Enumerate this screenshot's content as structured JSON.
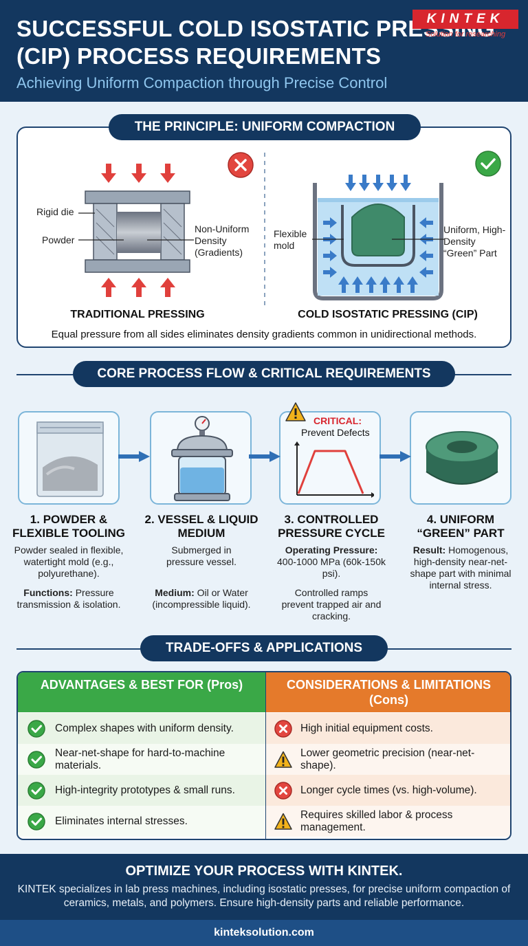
{
  "header": {
    "title": "SUCCESSFUL COLD ISOSTATIC PRESSING (CIP) PROCESS REQUIREMENTS",
    "subtitle": "Achieving Uniform Compaction through Precise Control",
    "logo_text": "KINTEK",
    "logo_tagline": "Solution for researching"
  },
  "principle": {
    "heading": "THE PRINCIPLE: UNIFORM COMPACTION",
    "traditional": {
      "caption": "TRADITIONAL PRESSING",
      "label_die": "Rigid die",
      "label_powder": "Powder",
      "label_density": "Non-Uniform Density (Gradients)",
      "status_icon": "x-circle-icon"
    },
    "cip": {
      "caption": "COLD ISOSTATIC PRESSING (CIP)",
      "label_mold": "Flexible mold",
      "label_part": "Uniform, High-Density “Green” Part",
      "status_icon": "check-circle-icon"
    },
    "summary": "Equal pressure from all sides eliminates density gradients common in unidirectional methods."
  },
  "process": {
    "heading": "CORE PROCESS FLOW & CRITICAL REQUIREMENTS",
    "steps": [
      {
        "icon": "powder-bag-icon",
        "title": "1. POWDER & FLEXIBLE TOOLING",
        "text": "Powder sealed in flexible, watertight mold (e.g., polyurethane).",
        "detail_label": "Functions:",
        "detail_text": " Pressure transmission & isolation."
      },
      {
        "icon": "pressure-vessel-icon",
        "title": "2. VESSEL & LIQUID MEDIUM",
        "text": "Submerged in pressure vessel.",
        "detail_label": "Medium:",
        "detail_text": " Oil or Water (incompressible liquid)."
      },
      {
        "icon": "pressure-cycle-chart-icon",
        "title": "3. CONTROLLED PRESSURE CYCLE",
        "critical_label": "CRITICAL:",
        "critical_text": "Prevent Defects",
        "detail_label": "Operating Pressure:",
        "detail_text": "400-1000 MPa (60k-150k psi).",
        "text": "Controlled ramps prevent trapped air and cracking."
      },
      {
        "icon": "green-part-ring-icon",
        "title": "4. UNIFORM “GREEN” PART",
        "detail_label": "Result:",
        "detail_text": " Homogenous, high-density near-net-shape part with minimal internal stress."
      }
    ]
  },
  "tradeoffs": {
    "heading": "TRADE-OFFS & APPLICATIONS",
    "pros_header": "ADVANTAGES & BEST FOR (Pros)",
    "cons_header": "CONSIDERATIONS & LIMITATIONS (Cons)",
    "pros": [
      "Complex shapes with uniform density.",
      "Near-net-shape for hard-to-machine materials.",
      "High-integrity prototypes & small runs.",
      "Eliminates internal stresses."
    ],
    "cons": [
      {
        "text": "High initial equipment costs.",
        "icon": "x-circle-icon"
      },
      {
        "text": "Lower geometric precision (near-net-shape).",
        "icon": "warning-icon"
      },
      {
        "text": "Longer cycle times (vs. high-volume).",
        "icon": "x-circle-icon"
      },
      {
        "text": "Requires skilled labor & process management.",
        "icon": "warning-icon"
      }
    ]
  },
  "footer": {
    "title": "OPTIMIZE YOUR PROCESS WITH KINTEK.",
    "body": "KINTEK specializes in lab press machines, including isostatic presses, for precise uniform compaction of ceramics, metals, and polymers. Ensure high-density parts and reliable performance.",
    "url": "kinteksolution.com"
  },
  "colors": {
    "navy": "#13375f",
    "accent_blue": "#8fc6ee",
    "pro_green": "#3aa847",
    "con_orange": "#e57a2b",
    "error_red": "#d8262e",
    "warning_yellow": "#f2b21b"
  }
}
